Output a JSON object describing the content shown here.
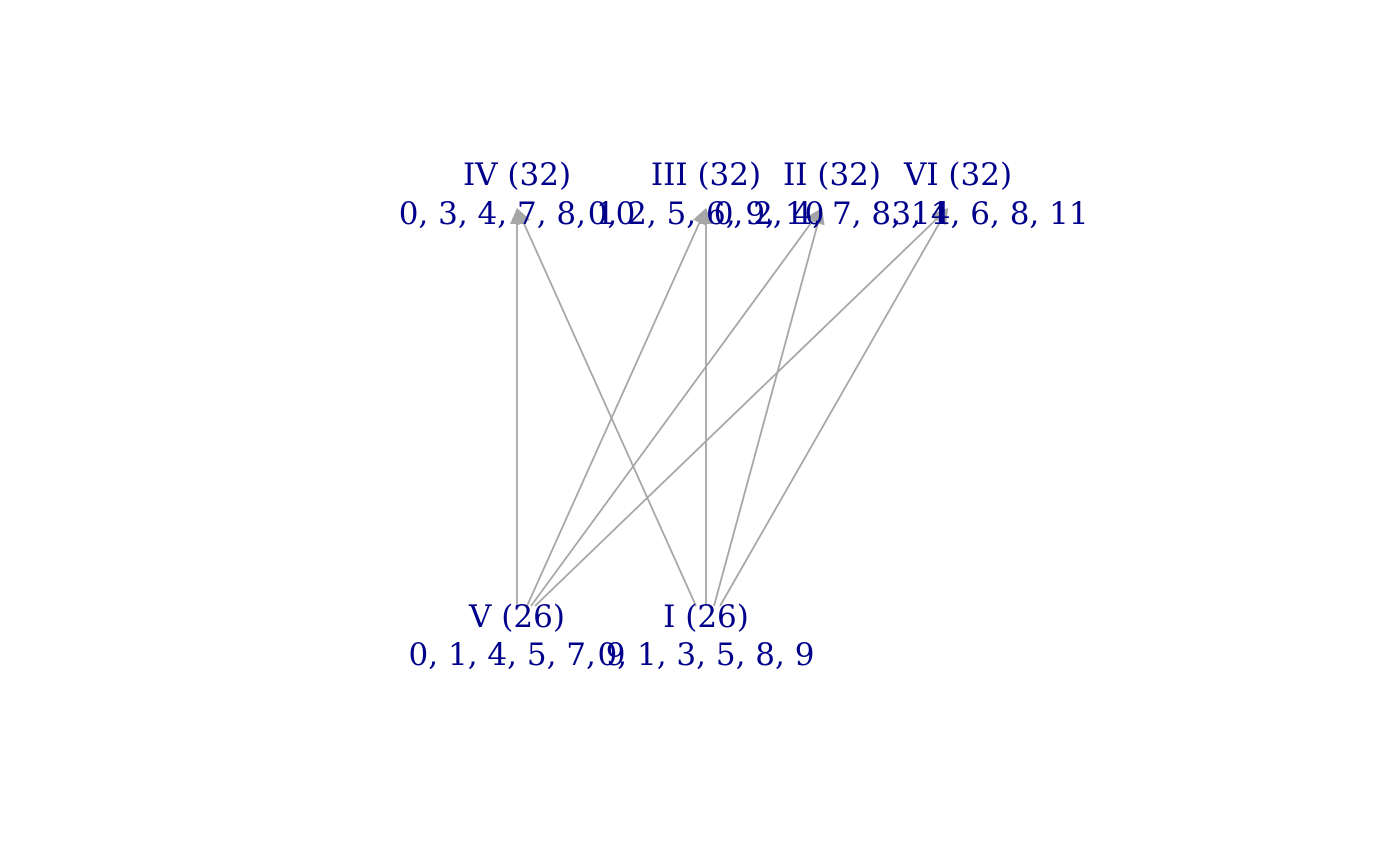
{
  "colors": {
    "node_text": "#00008b",
    "edge": "#a6a6a6",
    "background": "#ffffff"
  },
  "nodes": {
    "IV": {
      "title": "IV (32)",
      "set": "0, 3, 4, 7, 8, 10"
    },
    "III": {
      "title": "III (32)",
      "set": "0, 2, 5, 6, 9, 10"
    },
    "II": {
      "title": "II (32)",
      "set": "0, 2, 4, 7, 8, 11"
    },
    "VI": {
      "title": "VI (32)",
      "set": "3, 4, 6, 8, 11"
    },
    "V": {
      "title": "V (26)",
      "set": "0, 1, 4, 5, 7, 9"
    },
    "I": {
      "title": "I (26)",
      "set": "0, 1, 3, 5, 8, 9"
    }
  },
  "edges": [
    {
      "from": "V",
      "to": "IV"
    },
    {
      "from": "V",
      "to": "III"
    },
    {
      "from": "V",
      "to": "II"
    },
    {
      "from": "V",
      "to": "VI"
    },
    {
      "from": "I",
      "to": "IV"
    },
    {
      "from": "I",
      "to": "III"
    },
    {
      "from": "I",
      "to": "II"
    },
    {
      "from": "I",
      "to": "VI"
    }
  ]
}
